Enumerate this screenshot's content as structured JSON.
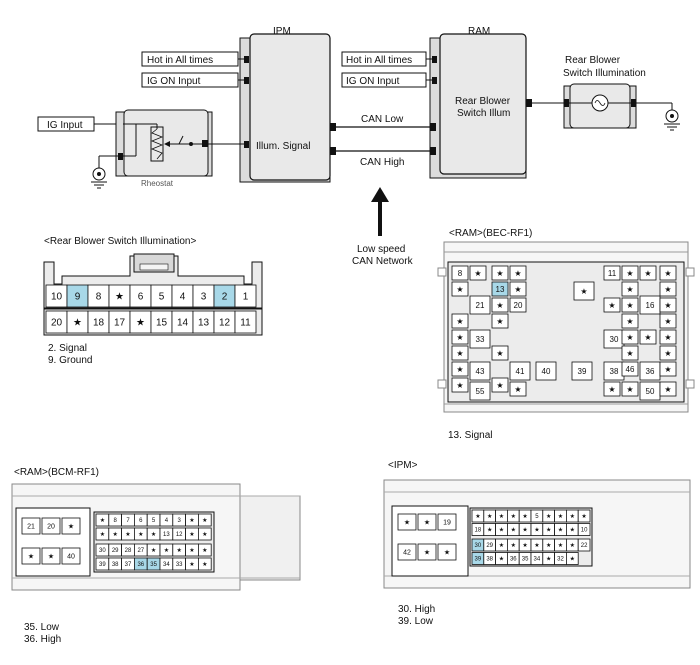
{
  "diagram": {
    "ipm": {
      "title": "IPM",
      "inputs": [
        "Hot in All times",
        "IG ON Input"
      ],
      "signal": "Illum. Signal"
    },
    "ram": {
      "title": "RAM",
      "inputs": [
        "Hot in All times",
        "IG ON Input"
      ],
      "body": [
        "Rear Blower",
        "Switch Illum"
      ]
    },
    "rheostat": {
      "input": "IG Input",
      "label": "Rheostat"
    },
    "rear_switch_title": [
      "Rear Blower",
      "Switch Illumination"
    ],
    "can": {
      "low": "CAN Low",
      "high": "CAN High",
      "network": [
        "Low speed",
        "CAN Network"
      ]
    }
  },
  "connectors": {
    "rear_switch": {
      "title": "<Rear Blower Switch Illumination>",
      "row1": [
        "10",
        "9",
        "8",
        "★",
        "6",
        "5",
        "4",
        "3",
        "2",
        "1"
      ],
      "row2": [
        "20",
        "★",
        "18",
        "17",
        "★",
        "15",
        "14",
        "13",
        "12",
        "11"
      ],
      "highlight": [
        "9",
        "2"
      ],
      "notes": [
        "2. Signal",
        "9. Ground"
      ]
    },
    "ram_bec": {
      "title": "<RAM>(BEC-RF1)",
      "notes": [
        "13. Signal"
      ],
      "pins": [
        "8",
        "★",
        "★",
        "★",
        "★",
        "21",
        "13",
        "★",
        "20",
        "★",
        "★",
        "11",
        "★",
        "★",
        "★",
        "★",
        "★",
        "16",
        "★",
        "★",
        "★",
        "33",
        "★",
        "30",
        "★",
        "★",
        "★",
        "★",
        "★",
        "★",
        "★",
        "43",
        "★",
        "41",
        "40",
        "39",
        "38",
        "★",
        "36",
        "★",
        "★",
        "★",
        "46",
        "★",
        "★",
        "55",
        "★",
        "★",
        "★",
        "★",
        "50",
        "★"
      ]
    },
    "ram_bcm": {
      "title": "<RAM>(BCM-RF1)",
      "notes": [
        "35. Low",
        "36. High"
      ],
      "left": [
        "21",
        "20",
        "★",
        "★",
        "★",
        "40"
      ],
      "row1": [
        "★",
        "8",
        "7",
        "6",
        "5",
        "4",
        "3",
        "★",
        "★"
      ],
      "row2": [
        "★",
        "★",
        "★",
        "★",
        "★",
        "13",
        "12",
        "★",
        "★"
      ],
      "row3": [
        "30",
        "29",
        "28",
        "27",
        "★",
        "★",
        "★",
        "★",
        "★"
      ],
      "row4": [
        "39",
        "38",
        "37",
        "36",
        "35",
        "34",
        "33",
        "★",
        "★"
      ],
      "highlight": [
        "36",
        "35"
      ]
    },
    "ipm": {
      "title": "<IPM>",
      "notes": [
        "30. High",
        "39. Low"
      ],
      "left": [
        "★",
        "★",
        "19",
        "42",
        "★",
        "★"
      ],
      "row1": [
        "★",
        "★",
        "★",
        "★",
        "★",
        "5",
        "★",
        "★",
        "★",
        "★"
      ],
      "row2": [
        "18",
        "★",
        "★",
        "★",
        "★",
        "★",
        "★",
        "★",
        "★",
        "10"
      ],
      "row3": [
        "30",
        "29",
        "★",
        "★",
        "★",
        "★",
        "★",
        "★",
        "★",
        "22"
      ],
      "row4": [
        "39",
        "38",
        "★",
        "36",
        "35",
        "34",
        "★",
        "32",
        "★"
      ],
      "highlight": [
        "30",
        "39"
      ]
    }
  },
  "colors": {
    "line": "#111111",
    "box_fill": "#e9e9e9",
    "connector_fill": "#eeeeee",
    "highlight": "#a8d8e8"
  }
}
